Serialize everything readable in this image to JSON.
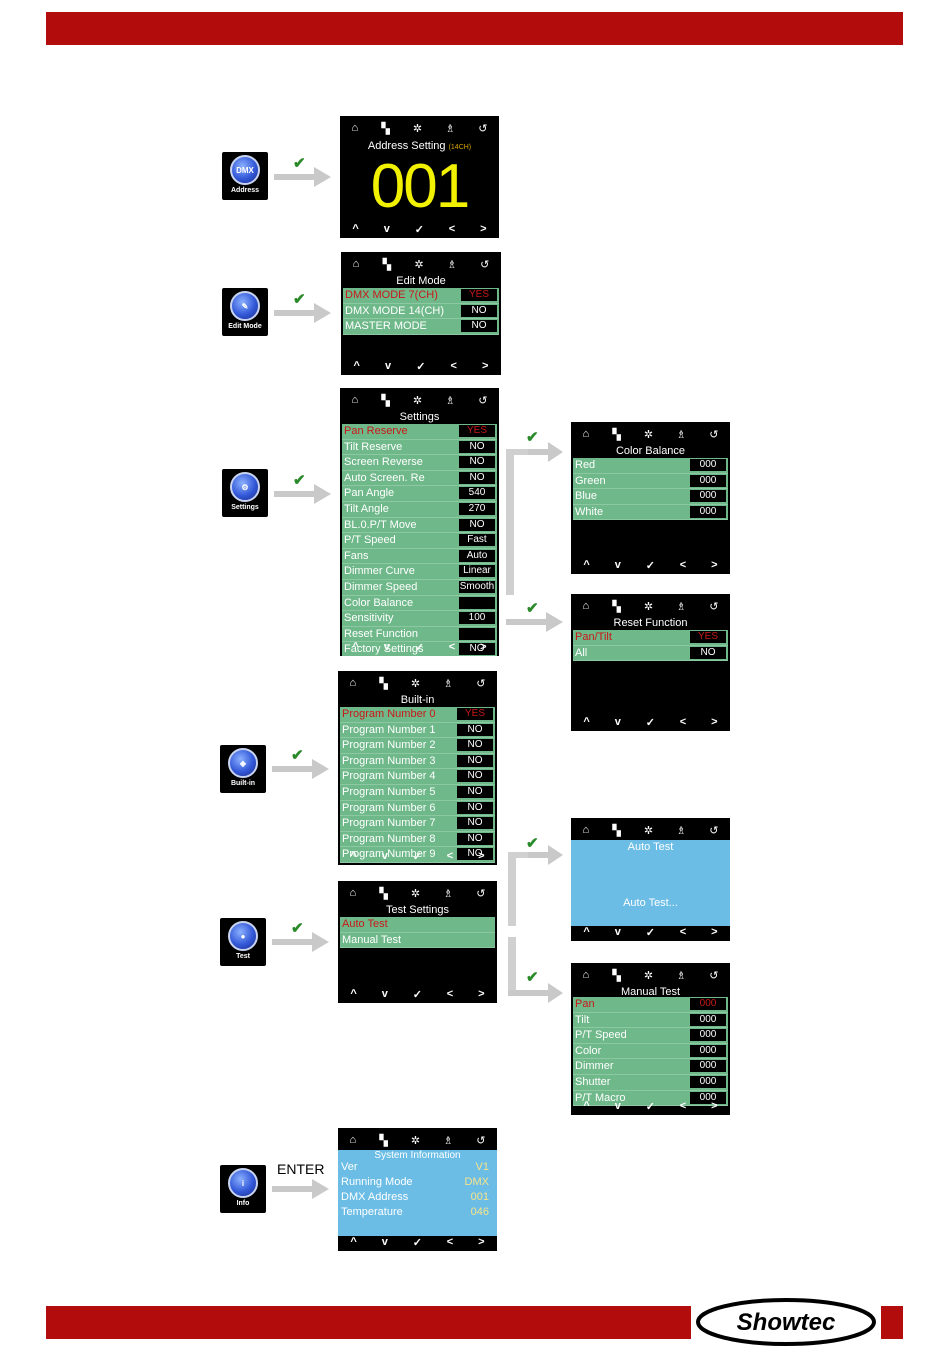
{
  "colors": {
    "brand_red": "#b30c0c",
    "menu_green": "#6fb88a",
    "selected_red": "#c81818",
    "info_blue": "#6bbde6",
    "address_yellow": "#f2f200"
  },
  "logo": {
    "text": "Showtec"
  },
  "icons": {
    "address": {
      "label": "Address",
      "glyph": "DMX"
    },
    "edit_mode": {
      "label": "Edit Mode"
    },
    "settings": {
      "label": "Settings"
    },
    "builtin": {
      "label": "Built-in"
    },
    "test": {
      "label": "Test"
    },
    "info": {
      "label": "Info"
    }
  },
  "nav_icons": [
    "home-icon",
    "cursor-icon",
    "snowflake-icon",
    "network-icon",
    "back-icon"
  ],
  "nav_buttons": [
    "^",
    "v",
    "✓",
    "<",
    ">"
  ],
  "enter_label": "ENTER",
  "screens": {
    "address": {
      "title": "Address Setting",
      "mode": "(14CH)",
      "value": "001"
    },
    "edit_mode": {
      "title": "Edit Mode",
      "rows": [
        {
          "label": "DMX MODE 7(CH)",
          "value": "YES",
          "selected": true
        },
        {
          "label": "DMX MODE 14(CH)",
          "value": "NO"
        },
        {
          "label": "MASTER MODE",
          "value": "NO"
        }
      ]
    },
    "settings": {
      "title": "Settings",
      "rows": [
        {
          "label": "Pan Reserve",
          "value": "YES",
          "selected": true
        },
        {
          "label": "Tilt Reserve",
          "value": "NO"
        },
        {
          "label": "Screen Reverse",
          "value": "NO"
        },
        {
          "label": "Auto Screen. Re",
          "value": "NO"
        },
        {
          "label": "Pan Angle",
          "value": "540"
        },
        {
          "label": "Tilt Angle",
          "value": "270"
        },
        {
          "label": "BL.0.P/T Move",
          "value": "NO"
        },
        {
          "label": "P/T Speed",
          "value": "Fast"
        },
        {
          "label": "Fans",
          "value": "Auto"
        },
        {
          "label": "Dimmer Curve",
          "value": "Linear"
        },
        {
          "label": "Dimmer Speed",
          "value": "Smooth"
        },
        {
          "label": "Color Balance",
          "value": ""
        },
        {
          "label": "Sensitivity",
          "value": "100"
        },
        {
          "label": "Reset Function",
          "value": ""
        },
        {
          "label": "Factory Settings",
          "value": "NO"
        }
      ]
    },
    "color_balance": {
      "title": "Color Balance",
      "rows": [
        {
          "label": "Red",
          "value": "000"
        },
        {
          "label": "Green",
          "value": "000"
        },
        {
          "label": "Blue",
          "value": "000"
        },
        {
          "label": "White",
          "value": "000"
        }
      ]
    },
    "reset_function": {
      "title": "Reset Function",
      "rows": [
        {
          "label": "Pan/Tilt",
          "value": "YES",
          "selected": true
        },
        {
          "label": "All",
          "value": "NO"
        }
      ]
    },
    "builtin": {
      "title": "Built-in",
      "rows": [
        {
          "label": "Program Number 0",
          "value": "YES",
          "selected": true
        },
        {
          "label": "Program Number 1",
          "value": "NO"
        },
        {
          "label": "Program Number 2",
          "value": "NO"
        },
        {
          "label": "Program Number 3",
          "value": "NO"
        },
        {
          "label": "Program Number 4",
          "value": "NO"
        },
        {
          "label": "Program Number 5",
          "value": "NO"
        },
        {
          "label": "Program Number 6",
          "value": "NO"
        },
        {
          "label": "Program Number 7",
          "value": "NO"
        },
        {
          "label": "Program Number 8",
          "value": "NO"
        },
        {
          "label": "Program Number 9",
          "value": "NO"
        }
      ]
    },
    "test_settings": {
      "title": "Test Settings",
      "rows": [
        {
          "label": "Auto Test",
          "value": null,
          "selected": true
        },
        {
          "label": "Manual Test",
          "value": null
        }
      ]
    },
    "auto_test": {
      "title": "Auto Test",
      "message": "Auto Test..."
    },
    "manual_test": {
      "title": "Manual Test",
      "rows": [
        {
          "label": "Pan",
          "value": "000",
          "selected": true
        },
        {
          "label": "Tilt",
          "value": "000"
        },
        {
          "label": "P/T Speed",
          "value": "000"
        },
        {
          "label": "Color",
          "value": "000"
        },
        {
          "label": "Dimmer",
          "value": "000"
        },
        {
          "label": "Shutter",
          "value": "000"
        },
        {
          "label": "P/T Macro",
          "value": "000"
        }
      ]
    },
    "system_info": {
      "title": "System Information",
      "rows": [
        {
          "label": "Ver",
          "value": "V1"
        },
        {
          "label": "Running Mode",
          "value": "DMX"
        },
        {
          "label": "DMX Address",
          "value": "001"
        },
        {
          "label": "Temperature",
          "value": "046"
        }
      ]
    }
  }
}
